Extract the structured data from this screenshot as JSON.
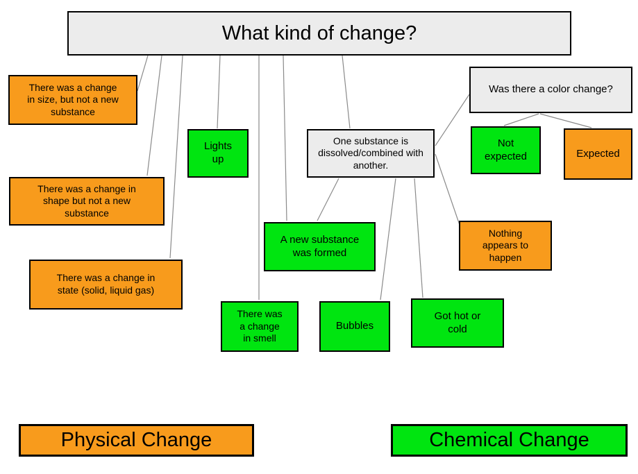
{
  "diagram": {
    "title": "What kind of change?",
    "nodes": {
      "size": {
        "label": "There was a change in size, but not a new substance",
        "type": "physical"
      },
      "shape": {
        "label": "There was a change in shape but not a new substance",
        "type": "physical"
      },
      "state": {
        "label": "There was a change in state (solid, liquid gas)",
        "type": "physical"
      },
      "lights": {
        "label": "Lights up",
        "type": "chemical"
      },
      "smell": {
        "label": "There was a change in smell",
        "type": "chemical"
      },
      "new_substance": {
        "label": "A new substance was formed",
        "type": "chemical"
      },
      "bubbles": {
        "label": "Bubbles",
        "type": "chemical"
      },
      "one_substance": {
        "label": "One substance is dissolved/combined with another.",
        "type": "question"
      },
      "color_change": {
        "label": "Was there a color change?",
        "type": "question"
      },
      "not_expected": {
        "label": "Not expected",
        "type": "chemical"
      },
      "expected": {
        "label": "Expected",
        "type": "physical"
      },
      "nothing": {
        "label": "Nothing appears to happen",
        "type": "physical"
      },
      "hot_cold": {
        "label": "Got hot or cold",
        "type": "chemical"
      }
    },
    "legend": {
      "physical": "Physical Change",
      "chemical": "Chemical Change"
    },
    "colors": {
      "physical": "#f89b1c",
      "chemical": "#00e510",
      "question_fill": "#ececec",
      "border": "#000000",
      "connector": "#8a8a8a"
    }
  }
}
